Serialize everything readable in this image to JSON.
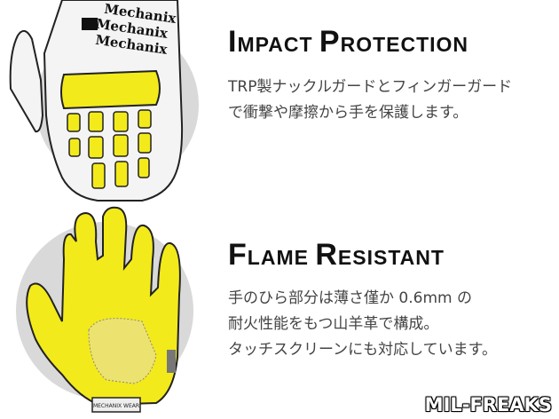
{
  "sections": [
    {
      "title_parts": [
        {
          "text": "I",
          "size": "big"
        },
        {
          "text": "MPACT ",
          "size": "sm"
        },
        {
          "text": "P",
          "size": "big"
        },
        {
          "text": "ROTECTION",
          "size": "sm"
        }
      ],
      "body_lines": [
        "TRP製ナックルガードとフィンガーガード",
        "で衝撃や摩擦から手を保護します。"
      ],
      "glove_brand_text": [
        "Mechanix",
        "Mechanix",
        "Mechanix"
      ]
    },
    {
      "title_parts": [
        {
          "text": "F",
          "size": "big"
        },
        {
          "text": "LAME ",
          "size": "sm"
        },
        {
          "text": "R",
          "size": "big"
        },
        {
          "text": "ESISTANT",
          "size": "sm"
        }
      ],
      "body_lines": [
        "手のひら部分は薄さ僅か 0.6mm の",
        "耐火性能をもつ山羊革で構成。",
        "タッチスクリーンにも対応しています。"
      ],
      "glove_label_text": "MECHANIX WEAR"
    }
  ],
  "watermark": "MIL-FREAKS",
  "colors": {
    "highlight": "#f3ea1b",
    "circle": "#d9d9d9",
    "outline": "#222222"
  }
}
